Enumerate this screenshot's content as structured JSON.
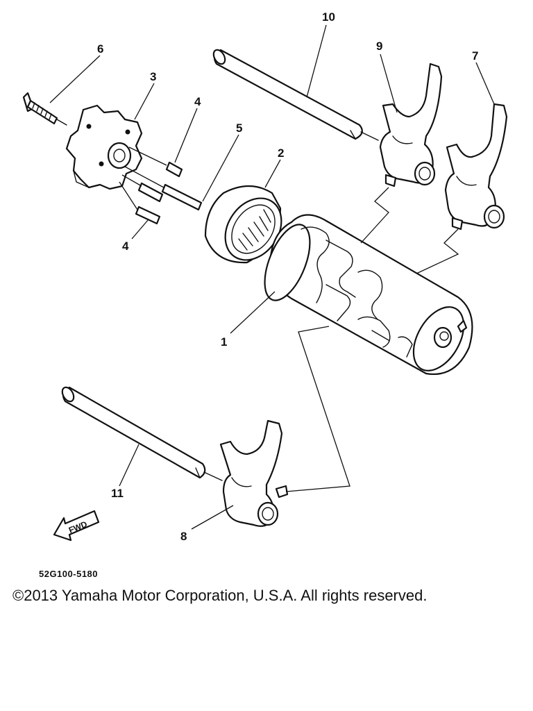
{
  "diagram": {
    "callouts": {
      "drum": "1",
      "bearing": "2",
      "segment": "3",
      "pin_upper": "4",
      "pin_lower": "4",
      "pin_long": "5",
      "screw": "6",
      "fork_right": "7",
      "fork_lower": "8",
      "fork_upper": "9",
      "rod_upper": "10",
      "rod_lower": "11"
    },
    "direction_label": "FWD"
  },
  "footer": {
    "part_code": "52G100-5180",
    "copyright": "©2013 Yamaha Motor Corporation, U.S.A. All rights reserved."
  }
}
